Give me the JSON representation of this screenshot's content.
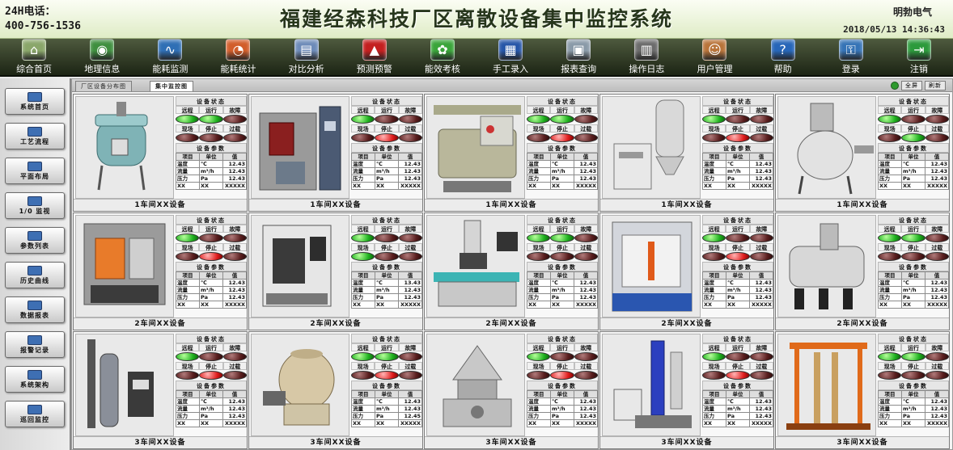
{
  "header": {
    "hotline_label": "24H电话：",
    "hotline_number": "400-756-1536",
    "title": "福建经森科技厂区离散设备集中监控系统",
    "brand": "明勃电气",
    "datetime": "2018/05/13  14:36:43"
  },
  "nav": {
    "items": [
      {
        "label": "综合首页",
        "icon": "home-icon",
        "color": "#8aa66a"
      },
      {
        "label": "地理信息",
        "icon": "globe-icon",
        "color": "#3f8f3f"
      },
      {
        "label": "能耗监测",
        "icon": "waveform-icon",
        "color": "#2f6fb5"
      },
      {
        "label": "能耗统计",
        "icon": "pie-chart-icon",
        "color": "#d25d2a"
      },
      {
        "label": "对比分析",
        "icon": "compare-chart-icon",
        "color": "#6d8bb8"
      },
      {
        "label": "预测预警",
        "icon": "alarm-icon",
        "color": "#c41f1f"
      },
      {
        "label": "能效考核",
        "icon": "molecule-icon",
        "color": "#3aa53a"
      },
      {
        "label": "手工录入",
        "icon": "keyboard-icon",
        "color": "#2656a8"
      },
      {
        "label": "报表查询",
        "icon": "report-icon",
        "color": "#8a9aa8"
      },
      {
        "label": "操作日志",
        "icon": "log-book-icon",
        "color": "#6c6c6c"
      },
      {
        "label": "用户管理",
        "icon": "users-icon",
        "color": "#b9743a"
      },
      {
        "label": "帮助",
        "icon": "help-icon",
        "color": "#2766b8"
      },
      {
        "label": "登录",
        "icon": "login-key-icon",
        "color": "#3573b6"
      },
      {
        "label": "注销",
        "icon": "exit-icon",
        "color": "#2c9a3c"
      }
    ]
  },
  "sidebar": {
    "items": [
      {
        "label": "系统首页",
        "icon": "home-icon"
      },
      {
        "label": "工艺流程",
        "icon": "process-icon"
      },
      {
        "label": "平面布局",
        "icon": "layout-icon"
      },
      {
        "label": "1/0 监视",
        "icon": "io-monitor-icon"
      },
      {
        "label": "参数列表",
        "icon": "param-list-icon"
      },
      {
        "label": "历史曲线",
        "icon": "history-curve-icon"
      },
      {
        "label": "数据报表",
        "icon": "data-report-icon"
      },
      {
        "label": "报警记录",
        "icon": "alarm-record-icon"
      },
      {
        "label": "系统架构",
        "icon": "architecture-icon"
      },
      {
        "label": "巡回监控",
        "icon": "patrol-icon"
      }
    ]
  },
  "tabs": {
    "items": [
      "厂区设备分布图",
      "集中监控图"
    ],
    "controls": [
      "全屏",
      "刷新"
    ]
  },
  "panel_labels": {
    "status_title": "设备状态",
    "status_row1": [
      "远程",
      "运行",
      "故障"
    ],
    "status_row2": [
      "现场",
      "停止",
      "过载"
    ],
    "params_title": "设备参数",
    "params_headers": [
      "项目",
      "单位",
      "值"
    ],
    "param_names": [
      "温度",
      "流量",
      "压力"
    ],
    "param_units": [
      "℃",
      "m³/h",
      "Pa"
    ]
  },
  "devices": [
    {
      "caption": "1车间XX设备",
      "top": [
        "g",
        "g",
        "d"
      ],
      "bottom": [
        "d",
        "d",
        "d"
      ],
      "values": [
        "12.43",
        "12.43",
        "12.43"
      ],
      "footer": [
        "XX",
        "XX",
        "XXXXX"
      ]
    },
    {
      "caption": "1车间XX设备",
      "top": [
        "g",
        "d",
        "d"
      ],
      "bottom": [
        "d",
        "r",
        "d"
      ],
      "values": [
        "12.43",
        "12.43",
        "12.43"
      ],
      "footer": [
        "XX",
        "XX",
        "XXXXX"
      ]
    },
    {
      "caption": "1车间XX设备",
      "top": [
        "g",
        "g",
        "d"
      ],
      "bottom": [
        "d",
        "r",
        "d"
      ],
      "values": [
        "12.43",
        "12.43",
        "12.43"
      ],
      "footer": [
        "XX",
        "XX",
        "XXXXX"
      ]
    },
    {
      "caption": "1车间XX设备",
      "top": [
        "g",
        "d",
        "d"
      ],
      "bottom": [
        "d",
        "r",
        "d"
      ],
      "values": [
        "12.43",
        "12.43",
        "12.43"
      ],
      "footer": [
        "XX",
        "XX",
        "XXXXX"
      ]
    },
    {
      "caption": "1车间XX设备",
      "top": [
        "g",
        "d",
        "d"
      ],
      "bottom": [
        "d",
        "g",
        "d"
      ],
      "values": [
        "12.43",
        "12.43",
        "12.43"
      ],
      "footer": [
        "XX",
        "XX",
        "XXXXX"
      ]
    },
    {
      "caption": "2车间XX设备",
      "top": [
        "g",
        "d",
        "d"
      ],
      "bottom": [
        "d",
        "r",
        "d"
      ],
      "values": [
        "12.43",
        "12.43",
        "12.43"
      ],
      "footer": [
        "XX",
        "XX",
        "XXXXX"
      ]
    },
    {
      "caption": "2车间XX设备",
      "top": [
        "g",
        "d",
        "d"
      ],
      "bottom": [
        "g",
        "d",
        "d"
      ],
      "values": [
        "13.43",
        "12.43",
        "12.43"
      ],
      "footer": [
        "XX",
        "XX",
        "XXXXX"
      ]
    },
    {
      "caption": "2车间XX设备",
      "top": [
        "g",
        "g",
        "d"
      ],
      "bottom": [
        "d",
        "d",
        "d"
      ],
      "values": [
        "12.43",
        "12.43",
        "12.43"
      ],
      "footer": [
        "XX",
        "XX",
        "XXXXX"
      ]
    },
    {
      "caption": "2车间XX设备",
      "top": [
        "g",
        "d",
        "d"
      ],
      "bottom": [
        "d",
        "r",
        "d"
      ],
      "values": [
        "12.43",
        "12.43",
        "12.43"
      ],
      "footer": [
        "XX",
        "XX",
        "XXXXX"
      ]
    },
    {
      "caption": "2车间XX设备",
      "top": [
        "g",
        "g",
        "d"
      ],
      "bottom": [
        "d",
        "d",
        "d"
      ],
      "values": [
        "12.43",
        "12.43",
        "12.43"
      ],
      "footer": [
        "XX",
        "XX",
        "XXXXX"
      ]
    },
    {
      "caption": "3车间XX设备",
      "top": [
        "g",
        "d",
        "d"
      ],
      "bottom": [
        "d",
        "r",
        "d"
      ],
      "values": [
        "12.43",
        "12.43",
        "12.43"
      ],
      "footer": [
        "XX",
        "XX",
        "XXXXX"
      ]
    },
    {
      "caption": "3车间XX设备",
      "top": [
        "g",
        "g",
        "d"
      ],
      "bottom": [
        "d",
        "r",
        "d"
      ],
      "values": [
        "12.43",
        "12.43",
        "12.45"
      ],
      "footer": [
        "XX",
        "XX",
        "XXXXX"
      ]
    },
    {
      "caption": "3车间XX设备",
      "top": [
        "g",
        "d",
        "d"
      ],
      "bottom": [
        "d",
        "r",
        "d"
      ],
      "values": [
        "12.43",
        "12.43",
        "12.43"
      ],
      "footer": [
        "XX",
        "XX",
        "XXXXX"
      ]
    },
    {
      "caption": "3车间XX设备",
      "top": [
        "g",
        "d",
        "d"
      ],
      "bottom": [
        "d",
        "r",
        "d"
      ],
      "values": [
        "12.43",
        "12.43",
        "12.43"
      ],
      "footer": [
        "XX",
        "XX",
        "XXXXX"
      ]
    },
    {
      "caption": "3车间XX设备",
      "top": [
        "g",
        "g",
        "d"
      ],
      "bottom": [
        "d",
        "d",
        "d"
      ],
      "values": [
        "12.43",
        "12.43",
        "12.43"
      ],
      "footer": [
        "XX",
        "XX",
        "XXXXX"
      ]
    }
  ]
}
